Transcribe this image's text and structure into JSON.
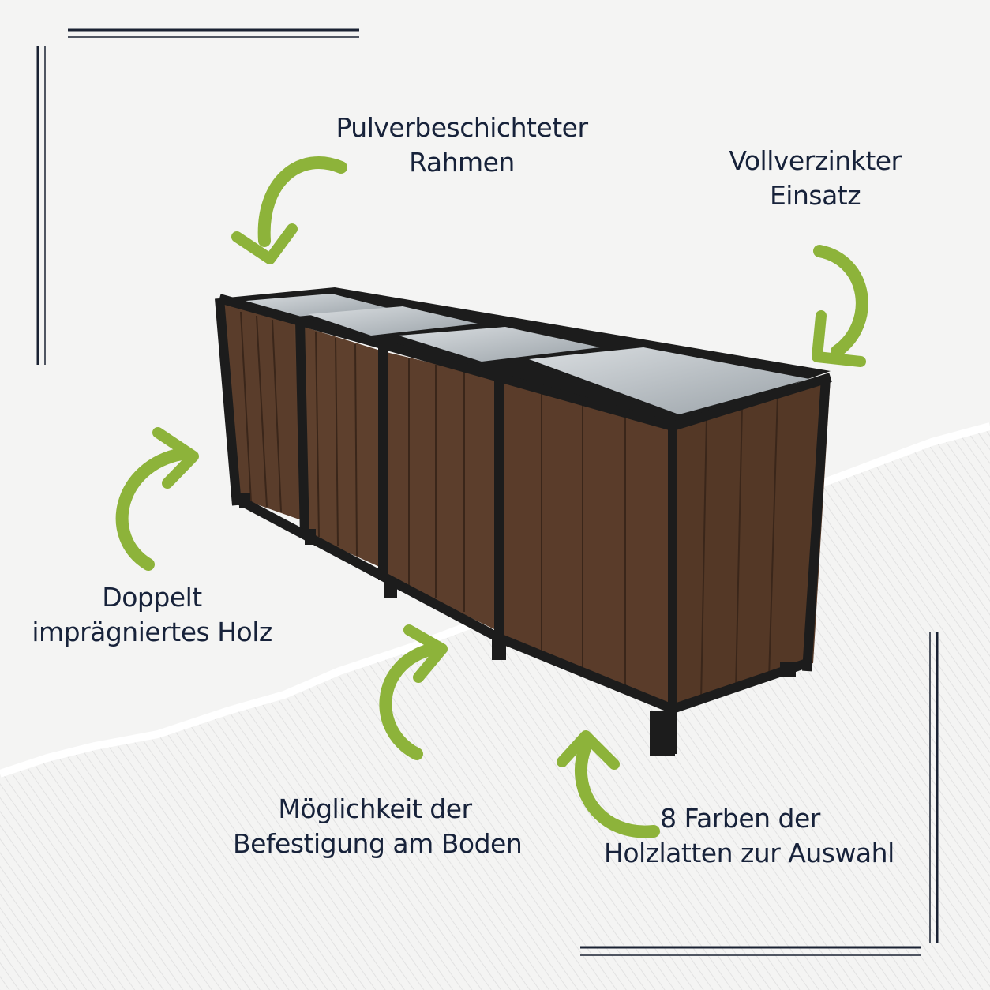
{
  "labels": {
    "frame": {
      "line1": "Pulverbeschichteter",
      "line2": "Rahmen"
    },
    "insert": {
      "line1": "Vollverzinkter",
      "line2": "Einsatz"
    },
    "wood": {
      "line1": "Doppelt",
      "line2": "imprägniertes Holz"
    },
    "mounting": {
      "line1": "Möglichkeit der",
      "line2": "Befestigung am Boden"
    },
    "colors": {
      "line1": "8 Farben der",
      "line2": "Holzlatten zur Auswahl"
    }
  },
  "colors": {
    "arrow": "#8db33a",
    "text": "#17223a",
    "frame_lines": "#1a2233",
    "wood": "#5a3d2b",
    "steel": "#1c1c1c",
    "zinc": "#b9bfc4"
  },
  "icons": [
    "curved-arrow-icon",
    "curved-arrow-icon",
    "curved-arrow-icon",
    "curved-arrow-icon",
    "curved-arrow-icon"
  ]
}
